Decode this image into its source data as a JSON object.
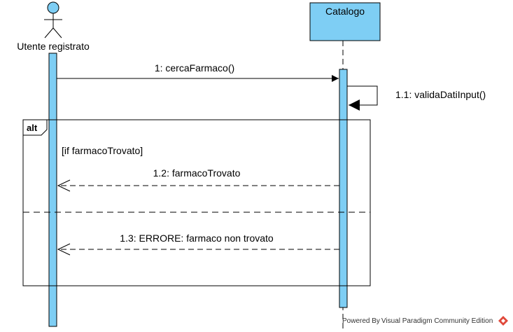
{
  "participants": {
    "actor": {
      "label": "Utente registrato"
    },
    "object": {
      "label": "Catalogo"
    }
  },
  "messages": [
    {
      "label": "1: cercaFarmaco()"
    },
    {
      "label": "1.1: validaDatiInput()"
    },
    {
      "label": "1.2: farmacoTrovato"
    },
    {
      "label": "1.3: ERRORE: farmaco non trovato"
    }
  ],
  "fragment": {
    "operator": "alt",
    "guard": "[if farmacoTrovato]"
  },
  "watermark": {
    "text": "Powered By Visual Paradigm Community Edition"
  },
  "colors": {
    "activation_fill": "#7ecef4",
    "line": "#000000"
  }
}
